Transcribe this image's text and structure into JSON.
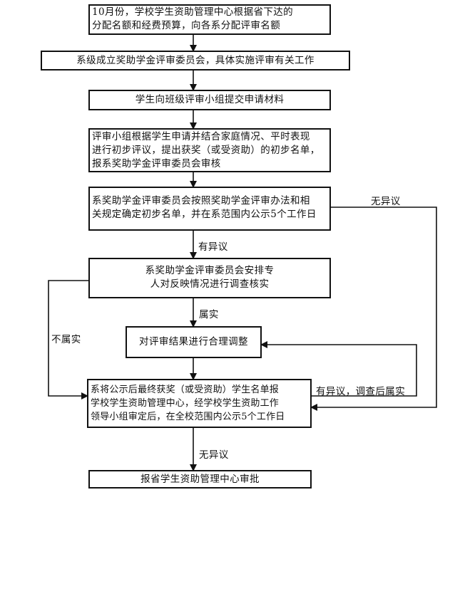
{
  "steps": {
    "s1": [
      "10月份，学校学生资助管理中心根据省下达的",
      "分配名额和经费预算，向各系分配评审名额"
    ],
    "s2": [
      "系级成立奖助学金评审委员会，具体实施评审有关工作"
    ],
    "s3": [
      "学生向班级评审小组提交申请材料"
    ],
    "s4": [
      "评审小组根据学生申请并结合家庭情况、平时表现",
      "进行初步评议，提出获奖（或受资助）的初步名单，",
      "报系奖助学金评审委员会审核"
    ],
    "s5": [
      "系奖助学金评审委员会按照奖助学金评审办法和相",
      "关规定确定初步名单，并在系范围内公示5个工作日"
    ],
    "s6": [
      "系奖助学金评审委员会安排专",
      "人对反映情况进行调查核实"
    ],
    "s7": [
      "对评审结果进行合理调整"
    ],
    "s8": [
      "系将公示后最终获奖（或受资助）学生名单报",
      "学校学生资助管理中心，经学校学生资助工作",
      "领导小组审定后，在全校范围内公示5个工作日"
    ],
    "s9": [
      "报省学生资助管理中心审批"
    ]
  },
  "labels": {
    "has_objection": "有异议",
    "no_objection_right": "无异议",
    "true_finding": "属实",
    "not_true": "不属实",
    "objection_verified": "有异议，调查后属实",
    "no_objection_bottom": "无异议"
  }
}
